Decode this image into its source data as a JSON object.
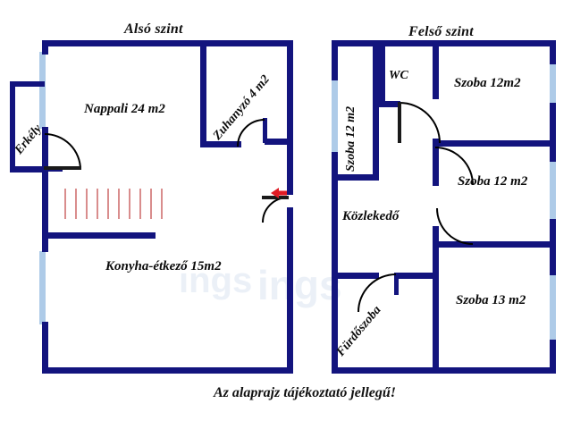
{
  "document": {
    "type": "floor-plan",
    "language": "hu",
    "caption": "Az alaprajz tájékoztató jellegű!",
    "watermark": "ings"
  },
  "colors": {
    "wall": "#13147e",
    "wall_dark": "#0d0d6b",
    "window": "#aecbe8",
    "stairs": "#d98d8d",
    "arrow": "#e01b24",
    "text": "#0b0b0b",
    "background": "#ffffff",
    "door_arc": "#000000"
  },
  "floors": [
    {
      "id": "lower",
      "title": "Alsó szint",
      "rooms": [
        {
          "name": "Nappali",
          "area": "24 m2",
          "label": "Nappali 24 m2"
        },
        {
          "name": "Zuhanyzó",
          "area": "4 m2",
          "label": "Zuhanyzó 4 m2"
        },
        {
          "name": "Konyha-étkező",
          "area": "15m2",
          "label": "Konyha-étkező 15m2"
        },
        {
          "name": "Erkély",
          "area": "",
          "label": "Erkély"
        }
      ],
      "features": [
        "stairs",
        "entrance-arrow",
        "balcony-door",
        "windows"
      ]
    },
    {
      "id": "upper",
      "title": "Felső szint",
      "rooms": [
        {
          "name": "Szoba",
          "area": "12 m2",
          "label": "Szoba 12 m2"
        },
        {
          "name": "WC",
          "area": "",
          "label": "WC"
        },
        {
          "name": "Szoba",
          "area": "12m2",
          "label": "Szoba 12m2"
        },
        {
          "name": "Szoba",
          "area": "12 m2",
          "label": "Szoba 12 m2"
        },
        {
          "name": "Közlekedő",
          "area": "",
          "label": "Közlekedő"
        },
        {
          "name": "Fürdőszoba",
          "area": "",
          "label": "Fürdőszoba"
        },
        {
          "name": "Szoba",
          "area": "13 m2",
          "label": "Szoba 13 m2"
        }
      ],
      "features": [
        "doors",
        "windows"
      ]
    }
  ]
}
